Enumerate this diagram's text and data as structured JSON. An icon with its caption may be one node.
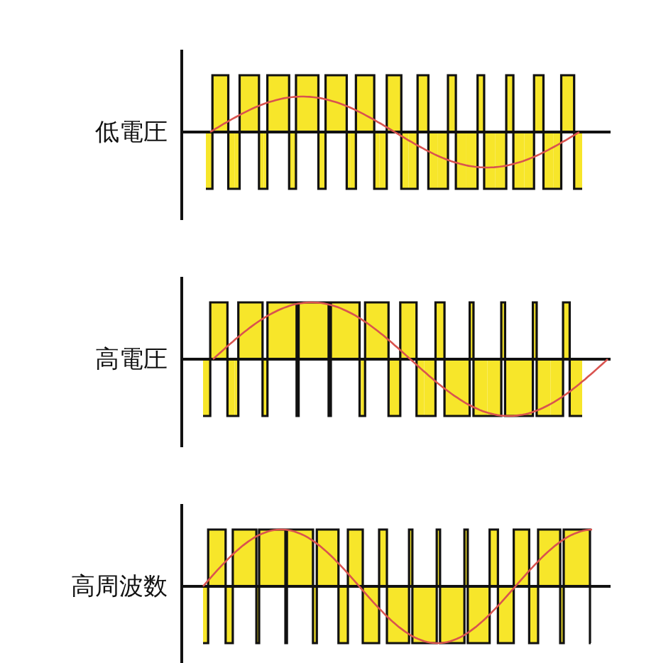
{
  "diagram": {
    "labels": [
      "低電圧",
      "高電圧",
      "高周波数"
    ]
  }
}
